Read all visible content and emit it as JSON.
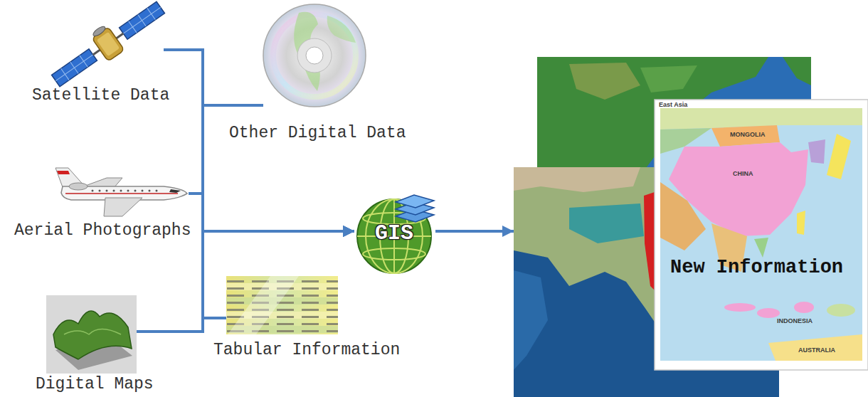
{
  "diagram": {
    "nodes": [
      {
        "text": [
          "Satellite Data"
        ]
      },
      {
        "text": [
          "Other Digital Data"
        ]
      },
      {
        "text": [
          "Aerial Photographs"
        ]
      },
      {
        "text": [
          "GIS"
        ]
      },
      {
        "text": [
          "Tabular Information"
        ]
      },
      {
        "text": [
          "Digital Maps"
        ]
      },
      {
        "text": [
          "New Information"
        ]
      }
    ],
    "edges": [
      {
        "from": 0,
        "to": 3,
        "arrow": "to"
      },
      {
        "from": 1,
        "to": 3,
        "arrow": "to"
      },
      {
        "from": 2,
        "to": 3,
        "arrow": "to"
      },
      {
        "from": 4,
        "to": 3,
        "arrow": "to"
      },
      {
        "from": 5,
        "to": 3,
        "arrow": "to"
      },
      {
        "from": 3,
        "to": 6,
        "arrow": "to"
      }
    ],
    "labels": [
      "East Asia",
      "MONGOLIA",
      "CHINA",
      "INDONESIA",
      "AUSTRALIA"
    ]
  }
}
